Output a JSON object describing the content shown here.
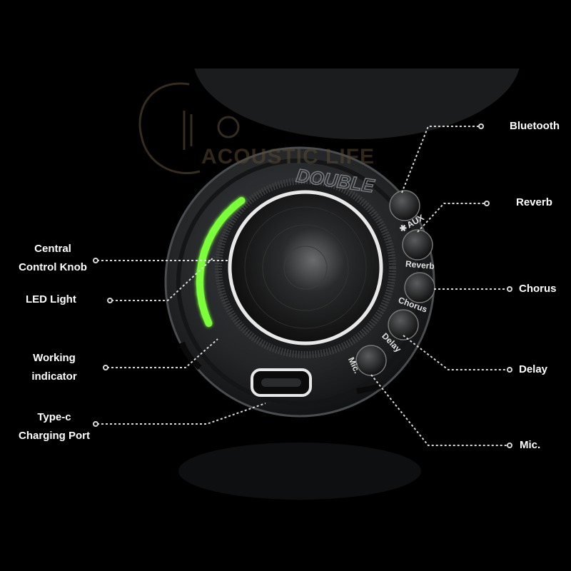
{
  "labels": {
    "bluetooth": "Bluetooth",
    "reverb": "Reverb",
    "chorus": "Chorus",
    "delay": "Delay",
    "mic": "Mic.",
    "central_knob": [
      "Central",
      "Control Knob"
    ],
    "led_light": "LED Light",
    "working_indicator": [
      "Working",
      "indicator"
    ],
    "type_c": [
      "Type-c",
      "Charging Port"
    ]
  },
  "device": {
    "brand": "DOUBLE",
    "buttons": [
      {
        "label": "AUX",
        "icon": "bluetooth-icon"
      },
      {
        "label": "Reverb"
      },
      {
        "label": "Chorus"
      },
      {
        "label": "Delay"
      },
      {
        "label": "Mic."
      }
    ],
    "led_count": 13,
    "led_color": "#7cff3a"
  },
  "watermark": "ACOUSTIC LIFE",
  "colors": {
    "background": "#000000",
    "text": "#ffffff",
    "callout_line": "#d8d8d8",
    "led": "#7cff3a",
    "body": "#2a2c2e"
  }
}
